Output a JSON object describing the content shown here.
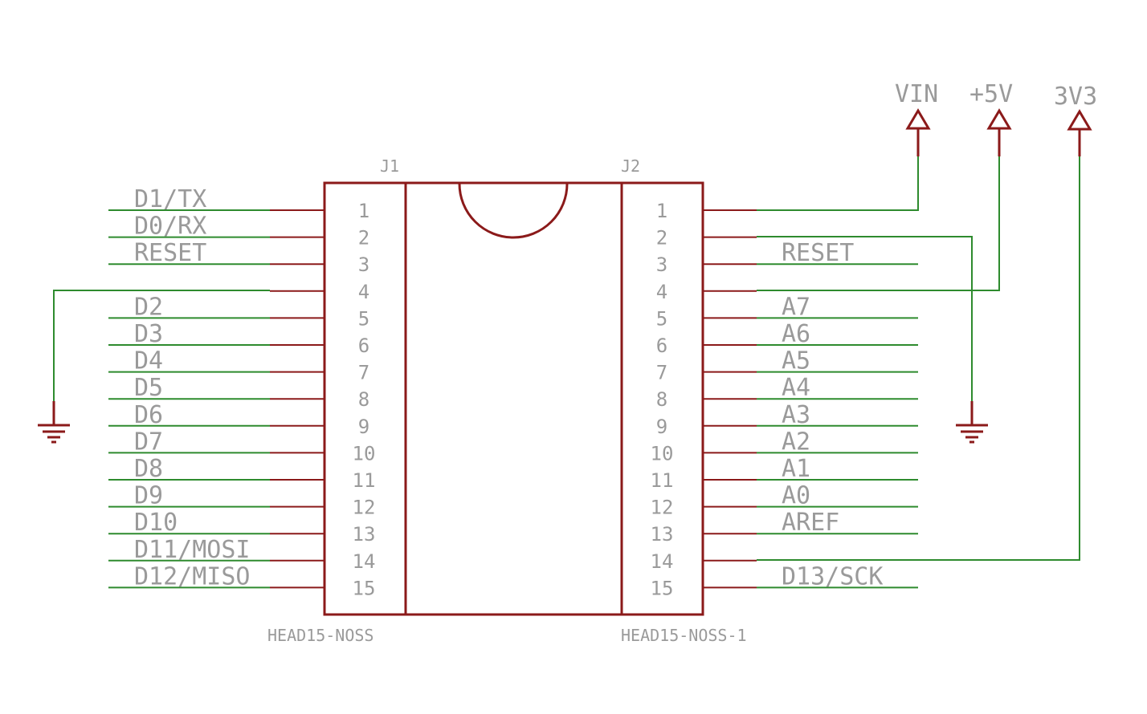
{
  "j1": {
    "ref": "J1",
    "value": "HEAD15-NOSS",
    "pins": [
      "1",
      "2",
      "3",
      "4",
      "5",
      "6",
      "7",
      "8",
      "9",
      "10",
      "11",
      "12",
      "13",
      "14",
      "15"
    ],
    "nets": [
      "D1/TX",
      "D0/RX",
      "RESET",
      "",
      "D2",
      "D3",
      "D4",
      "D5",
      "D6",
      "D7",
      "D8",
      "D9",
      "D10",
      "D11/MOSI",
      "D12/MISO"
    ]
  },
  "j2": {
    "ref": "J2",
    "value": "HEAD15-NOSS-1",
    "pins": [
      "1",
      "2",
      "3",
      "4",
      "5",
      "6",
      "7",
      "8",
      "9",
      "10",
      "11",
      "12",
      "13",
      "14",
      "15"
    ],
    "nets": [
      "",
      "",
      "RESET",
      "",
      "A7",
      "A6",
      "A5",
      "A4",
      "A3",
      "A2",
      "A1",
      "A0",
      "AREF",
      "",
      "D13/SCK"
    ]
  },
  "supplies": {
    "vin": "VIN",
    "plus5v": "+5V",
    "v3v3": "3V3"
  },
  "colors": {
    "wire": "#2e8b2e",
    "part": "#8b1a1a",
    "text": "#9a9a9a",
    "background": "#ffffff"
  }
}
